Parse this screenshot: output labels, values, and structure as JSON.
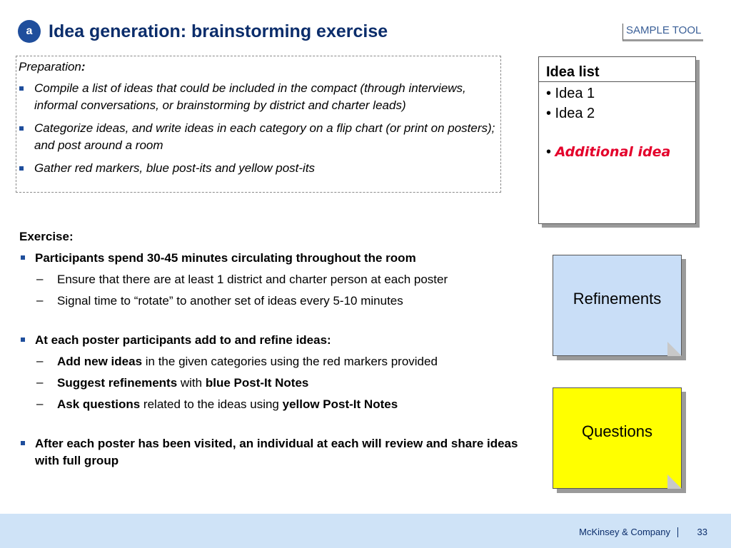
{
  "header": {
    "badge": "a",
    "title": "Idea generation: brainstorming exercise",
    "tag": "SAMPLE TOOL"
  },
  "preparation": {
    "heading": "Preparation",
    "heading_colon": ":",
    "bullets": [
      "Compile a list of ideas that could be included in the compact (through interviews, informal conversations, or brainstorming by district and charter leads)",
      "Categorize ideas, and write ideas in each category on a flip chart (or print on posters); and post around a room",
      "Gather red markers, blue post-its and yellow post-its"
    ]
  },
  "exercise": {
    "heading": "Exercise:",
    "b1": {
      "text": "Participants spend 30-45 minutes circulating throughout the room",
      "subs": [
        "Ensure that there are at least 1 district and charter person at each poster",
        "Signal time to “rotate” to another set of ideas every 5-10 minutes"
      ]
    },
    "b2": {
      "text": "At each poster participants add to and refine ideas:",
      "s1": {
        "bold": "Add new ideas",
        "rest": " in the given categories using the red markers provided"
      },
      "s2": {
        "bold": "Suggest refinements",
        "mid": " with ",
        "bold2": "blue Post-It Notes"
      },
      "s3": {
        "bold": "Ask questions",
        "mid": " related to the ideas using ",
        "bold2": "yellow Post-It Notes"
      }
    },
    "b3": {
      "text": "After each poster has been visited, an individual at each will review and share ideas with full group"
    }
  },
  "idea_list": {
    "title": "Idea list",
    "items": [
      "• Idea 1",
      "• Idea 2"
    ],
    "additional_bullet": "• ",
    "additional": "Additional idea"
  },
  "notes": {
    "refinements": "Refinements",
    "questions": "Questions"
  },
  "footer": {
    "company": "McKinsey & Company",
    "page": "33"
  },
  "colors": {
    "title": "#0b2d6b",
    "badge": "#1f4e9c",
    "refinements_note": "#c9def7",
    "questions_note": "#ffff00",
    "additional_idea": "#e4002b",
    "footer_band": "#cfe3f7"
  }
}
